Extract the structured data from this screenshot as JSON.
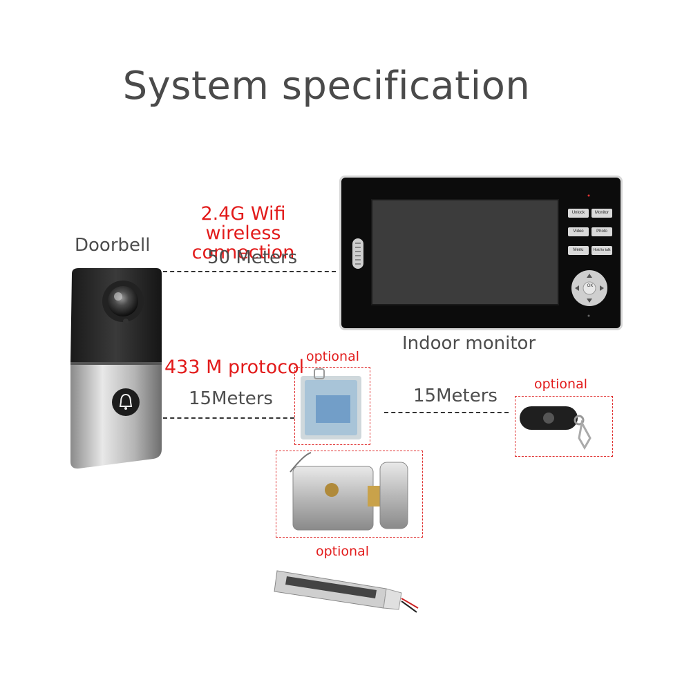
{
  "title": "System specification",
  "devices": {
    "doorbell_label": "Doorbell",
    "monitor_label": "Indoor monitor"
  },
  "links": {
    "wifi": {
      "label": "2.4G Wifi wireless connection",
      "line1": "2.4G Wifi wireless",
      "line2": "connection",
      "distance": "50 Meters"
    },
    "rf": {
      "label": "433 M protocol",
      "distance": "15Meters"
    },
    "remote": {
      "distance": "15Meters"
    }
  },
  "optional_label": "optional",
  "monitor_buttons": [
    "Unlock",
    "Monitor",
    "Video",
    "Photo",
    "Menu",
    "Hold to talk"
  ],
  "monitor_nav_center": "OK",
  "colors": {
    "accent_red": "#e21b1b",
    "title_gray": "#4a4a4a"
  }
}
